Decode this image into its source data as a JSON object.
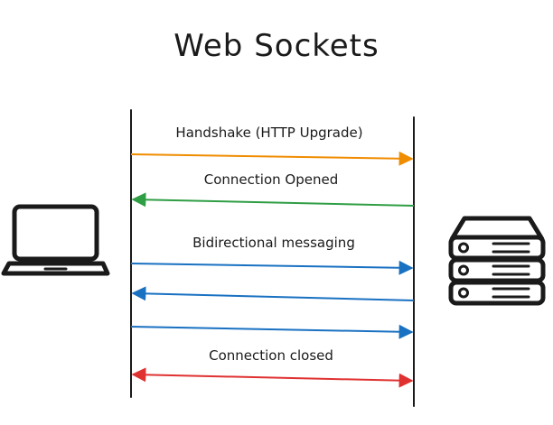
{
  "title": "Web Sockets",
  "client_icon": "laptop-icon",
  "server_icon": "server-icon",
  "messages": [
    {
      "label": "Handshake (HTTP Upgrade)",
      "direction": "client-to-server",
      "color": "#f08c00"
    },
    {
      "label": "Connection Opened",
      "direction": "server-to-client",
      "color": "#2f9e44"
    },
    {
      "label": "Bidirectional messaging",
      "direction": "client-to-server",
      "color": "#1971c2"
    },
    {
      "label": "",
      "direction": "server-to-client",
      "color": "#1971c2"
    },
    {
      "label": "",
      "direction": "client-to-server",
      "color": "#1971c2"
    },
    {
      "label": "Connection closed",
      "direction": "both",
      "color": "#e03131"
    }
  ],
  "colors": {
    "ink": "#1a1a1a",
    "background": "#ffffff"
  }
}
